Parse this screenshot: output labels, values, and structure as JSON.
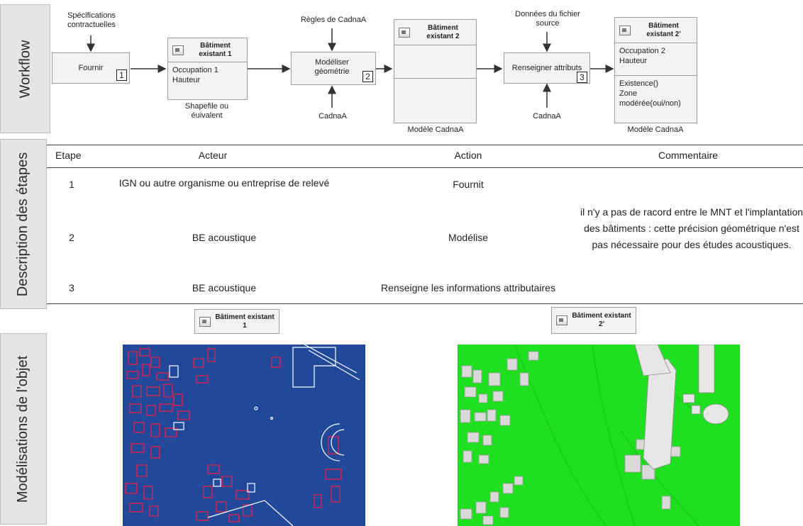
{
  "side_labels": {
    "workflow": "Workflow",
    "description": "Description des étapes",
    "modelisations": "Modélisations de l'objet"
  },
  "workflow": {
    "input1": "Spécifications contractuelles",
    "fournir": "Fournir",
    "fournir_num": "1",
    "bat1": {
      "title": "Bâtiment existant 1",
      "attrs": [
        "Occupation 1",
        "Hauteur"
      ]
    },
    "shapefile": "Shapefile ou éuivalent",
    "regles": "Règles de CadnaA",
    "modeliser": "Modéliser géométrie",
    "modeliser_num": "2",
    "cadna_a1": "CadnaA",
    "bat2": {
      "title": "Bâtiment existant 2"
    },
    "modele1": "Modèle CadnaA",
    "donnees": "Données du fichier source",
    "renseigner": "Renseigner attributs",
    "renseigner_num": "3",
    "cadna_a2": "CadnaA",
    "bat2p": {
      "title": "Bâtiment existant 2'",
      "attrs": [
        "Occupation 2",
        "Hauteur"
      ],
      "methods": [
        "Existence()",
        "Zone modérée(oui/non)"
      ]
    },
    "modele2": "Modèle CadnaA"
  },
  "table": {
    "headers": [
      "Etape",
      "Acteur",
      "Action",
      "Commentaire"
    ],
    "rows": [
      {
        "etape": "1",
        "acteur": "IGN ou autre organisme ou entreprise de relevé",
        "action": "Fournit",
        "commentaire": ""
      },
      {
        "etape": "2",
        "acteur": "BE acoustique",
        "action": "Modélise",
        "commentaire": "il n'y a pas de racord entre le MNT et l'implantation des bâtiments : cette précision géométrique n'est pas nécessaire pour des études acoustiques."
      },
      {
        "etape": "3",
        "acteur": "BE acoustique",
        "action": "Renseigne les informations attributaires",
        "commentaire": ""
      }
    ]
  },
  "models": {
    "left_title": "Bâtiment existant 1",
    "right_title": "Bâtiment existant 2'"
  },
  "colors": {
    "map_blue": "#22489a",
    "building_red": "#e8204a",
    "terrain_green": "#1fe01f",
    "building_grey": "#d9d9d9"
  }
}
